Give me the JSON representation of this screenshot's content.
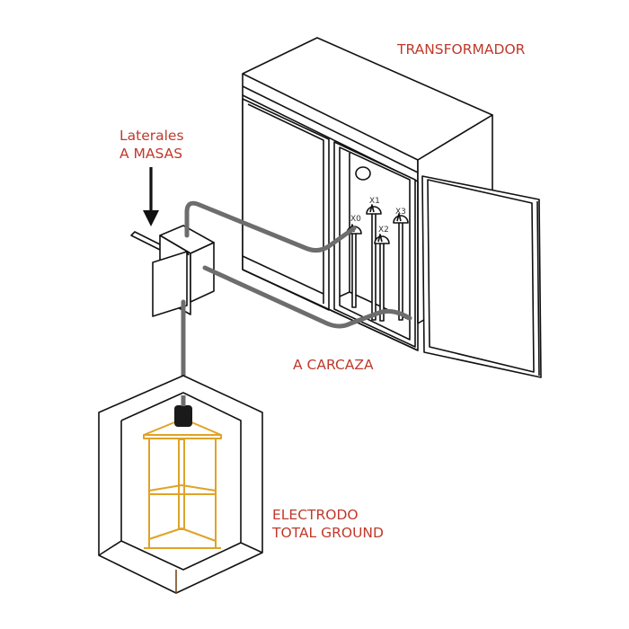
{
  "title": "Sistema de puesta a tierra del transformador",
  "labels": {
    "transformer": "TRANSFORMADOR",
    "laterals_line1": "Laterales",
    "laterals_line2": "A MASAS",
    "housing": "A CARCAZA",
    "electrode_line1": "ELECTRODO",
    "electrode_line2": "TOTAL GROUND"
  },
  "terminals": [
    "X0",
    "X1",
    "X2",
    "X3"
  ],
  "colors": {
    "label_text": "#c0392b",
    "outline": "#111111",
    "cable": "#6d6d6d",
    "electrode_frame": "#e0a326",
    "electrode_cap": "#1a1a1a"
  }
}
